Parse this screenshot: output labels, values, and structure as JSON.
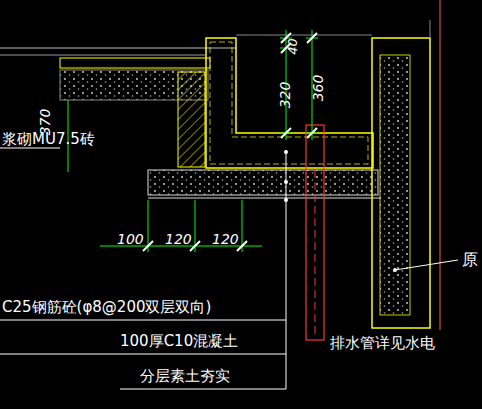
{
  "diagram": {
    "labels": [
      "40",
      "320",
      "360",
      "浆砌MU7.5砖",
      "370",
      "100",
      "120",
      "120",
      "原",
      "C25钢筋砼(φ8@200双层双向)",
      "100厚C10混凝土",
      "排水管详见水电",
      "分层素土夯实"
    ]
  }
}
